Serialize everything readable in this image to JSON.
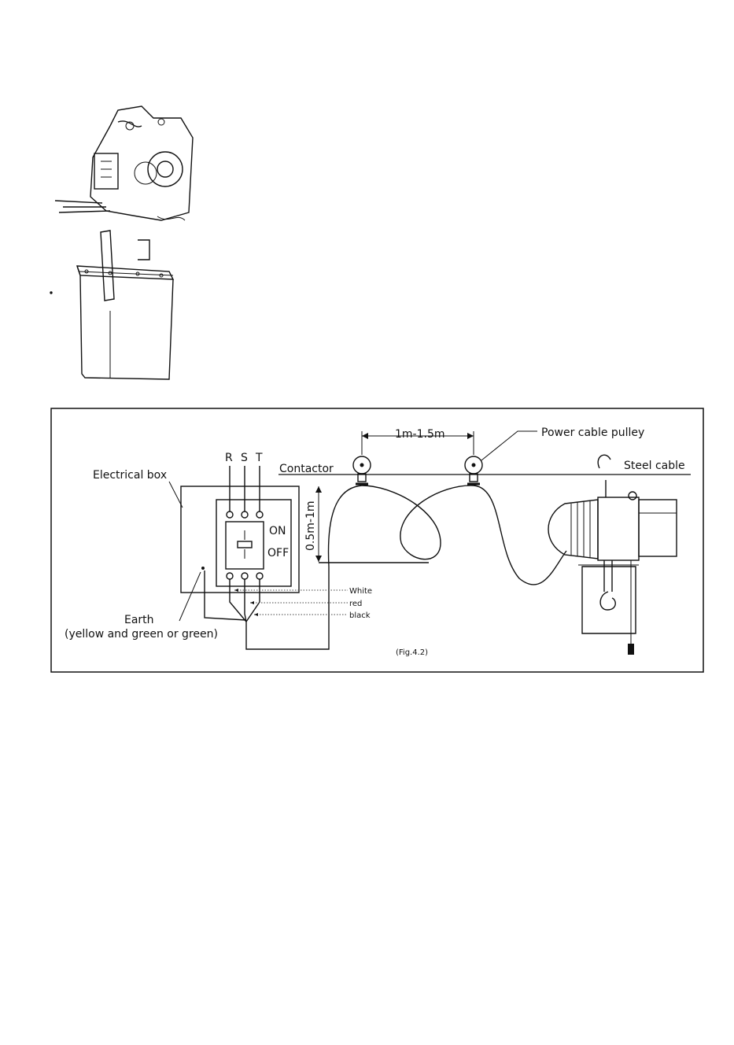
{
  "figure": {
    "caption": "(Fig.4.2)",
    "labels": {
      "electrical_box": "Electrical box",
      "phase_r": "R",
      "phase_s": "S",
      "phase_t": "T",
      "contactor": "Contactor",
      "switch_on": "ON",
      "switch_off": "OFF",
      "earth": "Earth",
      "earth_note": "(yellow and green or green)",
      "pulley_spacing": "1m-1.5m",
      "loop_drop": "0.5m-1m",
      "power_cable_pulley": "Power cable pulley",
      "steel_cable": "Steel cable"
    },
    "wires": [
      "White",
      "red",
      "black"
    ]
  }
}
